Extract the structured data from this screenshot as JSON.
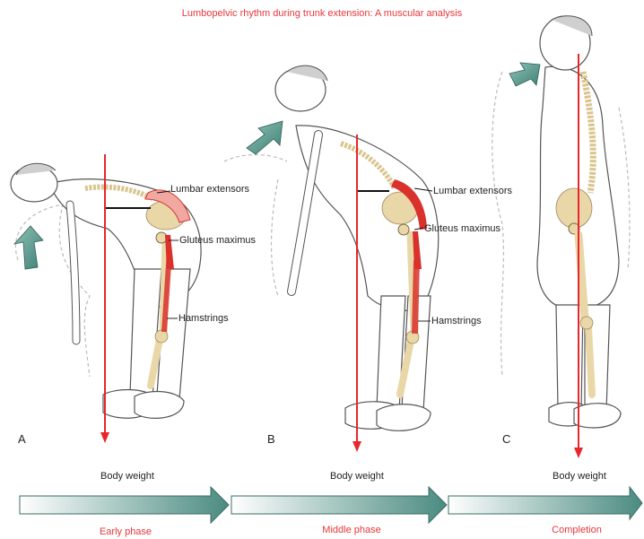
{
  "title": "Lumbopelvic rhythm during trunk extension: A muscular analysis",
  "panels": [
    {
      "letter": "A",
      "body_weight": "Body weight",
      "phase": "Early phase"
    },
    {
      "letter": "B",
      "body_weight": "Body weight",
      "phase": "Middle phase"
    },
    {
      "letter": "C",
      "body_weight": "Body weight",
      "phase": "Completion"
    }
  ],
  "muscles": {
    "lumbar_extensors": "Lumbar extensors",
    "gluteus_maximus": "Gluteus maximus",
    "hamstrings": "Hamstrings"
  },
  "colors": {
    "title": "#e8363a",
    "phase_text": "#e8363a",
    "gravity_line": "#e8262b",
    "arrow_teal": "#4a8b80",
    "muscle_red": "#d9312c",
    "bone": "#ead7a8"
  }
}
